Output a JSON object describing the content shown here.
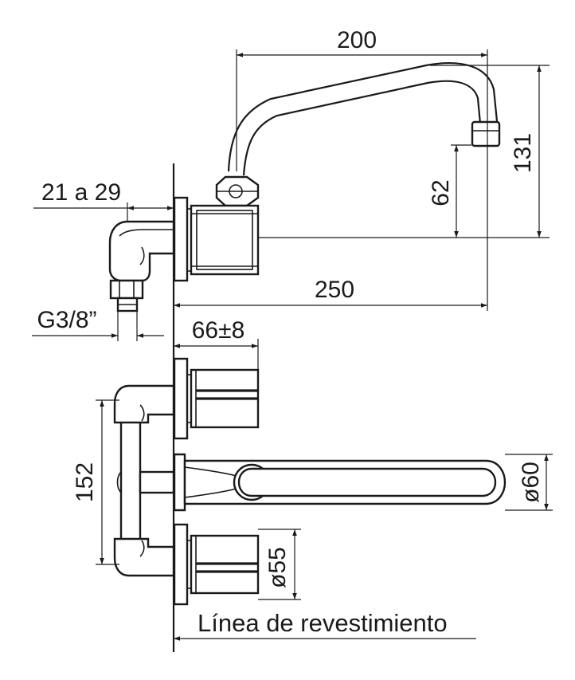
{
  "dimensions": {
    "spout_reach": "200",
    "spout_height": "131",
    "outlet_height": "62",
    "wall_offset": "21 a 29",
    "thread": "G3/8”",
    "total_projection": "250",
    "handle_projection": "66±8",
    "centers": "152",
    "spout_diameter": "ø60",
    "handle_diameter": "ø55"
  },
  "caption": "Línea de revestimiento",
  "colors": {
    "line": "#1a1a1a",
    "background": "#ffffff"
  }
}
